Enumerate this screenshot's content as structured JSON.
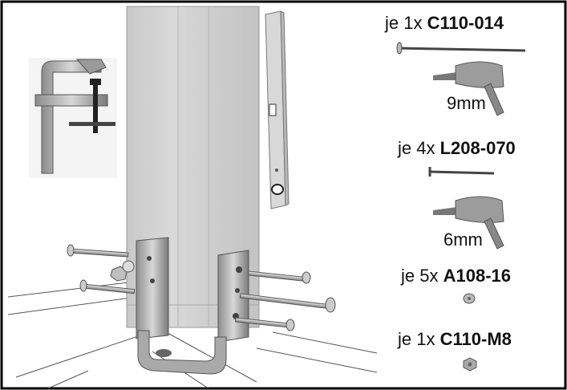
{
  "parts": [
    {
      "prefix": "je 1x",
      "code": "C110-014"
    },
    {
      "prefix": "je 4x",
      "code": "L208-070"
    },
    {
      "prefix": "je 5x",
      "code": "A108-16"
    },
    {
      "prefix": "je 1x",
      "code": "C110-M8"
    }
  ],
  "drill_sizes": [
    "9mm",
    "6mm"
  ],
  "icons": [
    "clamp-icon",
    "spirit-level-icon",
    "bolt-icon",
    "screw-icon",
    "drill-icon",
    "washer-icon",
    "nut-icon",
    "post-base-bracket-icon"
  ]
}
